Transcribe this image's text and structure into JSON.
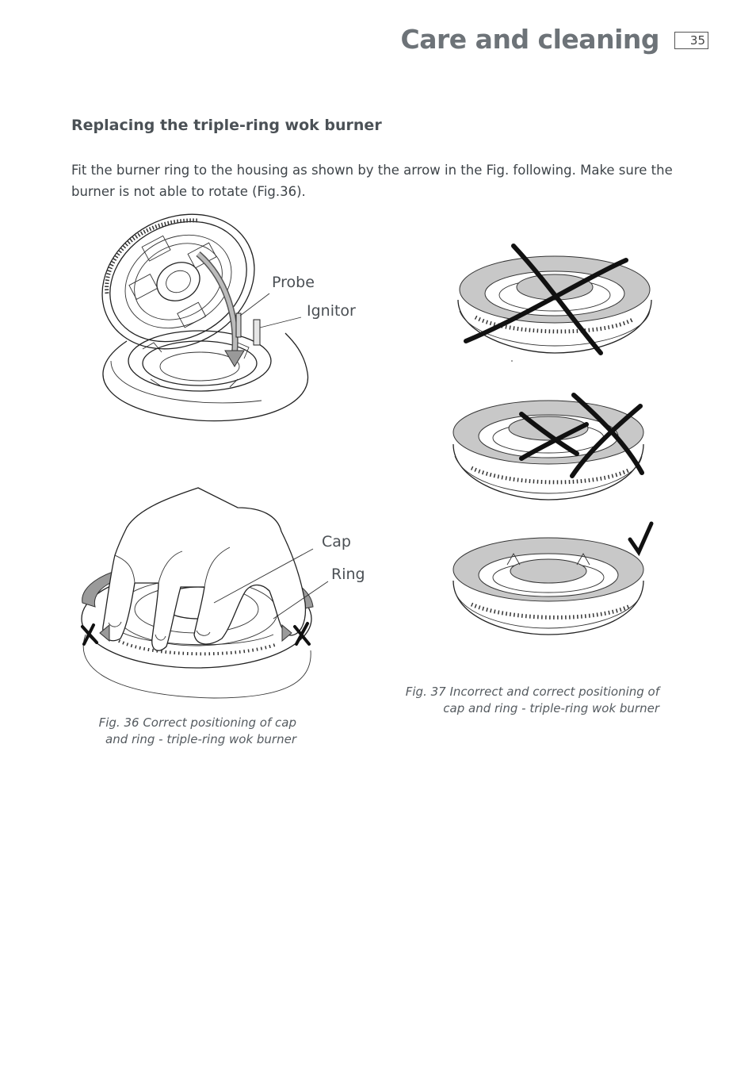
{
  "header": {
    "title": "Care and cleaning",
    "page_number": "35"
  },
  "section": {
    "heading": "Replacing the triple-ring wok burner",
    "body": "Fit the burner ring to the housing as shown by the arrow in the Fig. following. Make sure the burner is not able to rotate (Fig.36)."
  },
  "fig36": {
    "labels": {
      "probe": "Probe",
      "ignitor": "Ignitor",
      "cap": "Cap",
      "ring": "Ring"
    },
    "caption_line1": "Fig. 36 Correct positioning of cap",
    "caption_line2": "and ring - triple-ring wok burner"
  },
  "fig37": {
    "caption_line1": "Fig. 37 Incorrect and correct positioning of",
    "caption_line2": "cap and ring - triple-ring wok burner"
  }
}
